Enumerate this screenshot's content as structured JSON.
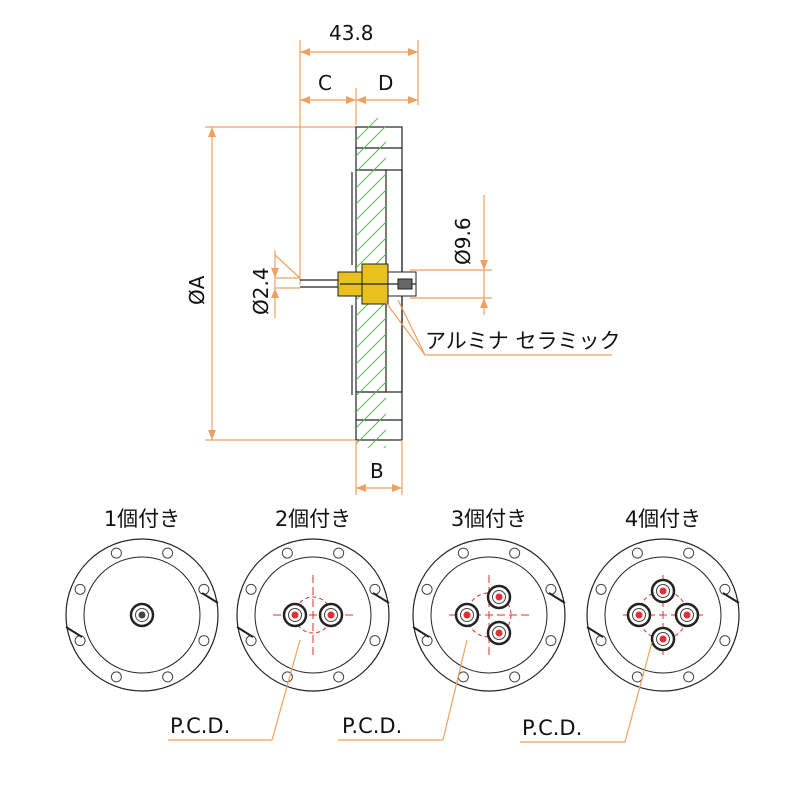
{
  "dimensions": {
    "overall_width": "43.8",
    "c": "C",
    "d": "D",
    "b": "B",
    "dia_a": "ØA",
    "dia_pin": "Ø2.4",
    "dia_body": "Ø9.6"
  },
  "material_label": "アルミナ セラミック",
  "variants": [
    {
      "title": "1個付き",
      "pins": 1
    },
    {
      "title": "2個付き",
      "pins": 2,
      "pcd_label": "P.C.D."
    },
    {
      "title": "3個付き",
      "pins": 3,
      "pcd_label": "P.C.D."
    },
    {
      "title": "4個付き",
      "pins": 4,
      "pcd_label": "P.C.D."
    }
  ],
  "colors": {
    "dimension_line": "#f0a060",
    "hatch": "#4cc94c",
    "pcd_line": "#e23030",
    "insulator": "#e8c020",
    "outline": "#222222"
  }
}
